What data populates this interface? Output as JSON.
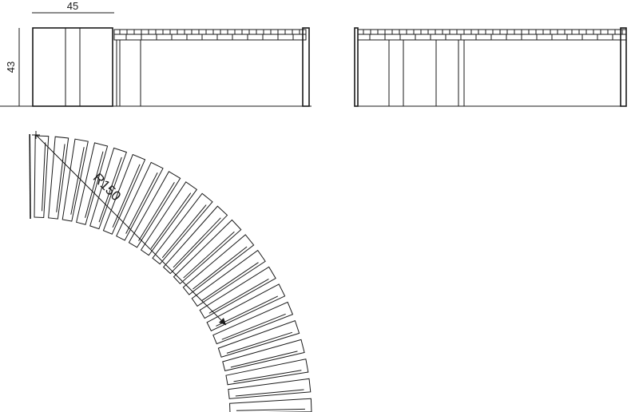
{
  "dimensions": {
    "width_label": "45",
    "height_label": "43",
    "radius_label": "R150"
  },
  "plan": {
    "slat_count": 22,
    "arc_degrees": 90
  }
}
